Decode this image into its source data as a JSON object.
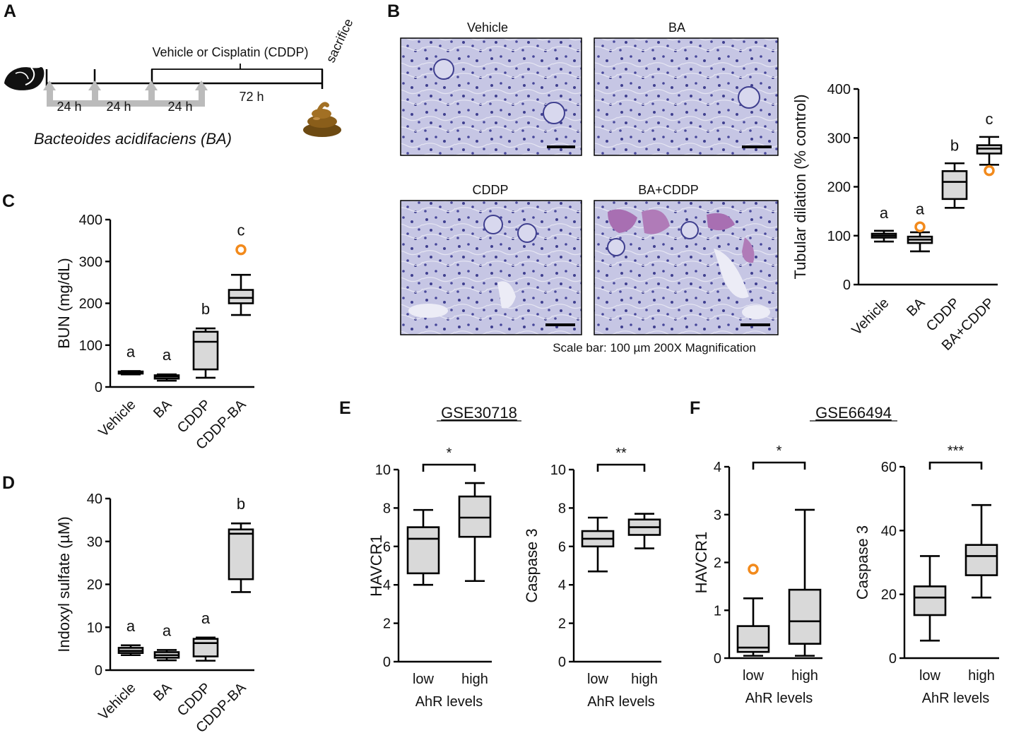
{
  "panels": {
    "A": {
      "label": "A",
      "treatment": "Vehicle or Cisplatin (CDDP)",
      "sacrifice": "sacrifice",
      "intervals": [
        "24 h",
        "24 h",
        "24 h"
      ],
      "duration": "72 h",
      "gavage": "Bacteoides acidifaciens (BA)",
      "icons": [
        "mouse-icon",
        "feces-icon"
      ]
    },
    "B": {
      "label": "B",
      "images": [
        "Vehicle",
        "BA",
        "CDDP",
        "BA+CDDP"
      ],
      "caption": "Scale bar: 100 µm  200X Magnification"
    },
    "C": {
      "label": "C"
    },
    "D": {
      "label": "D"
    },
    "E": {
      "label": "E",
      "dataset": "GSE30718"
    },
    "F": {
      "label": "F",
      "dataset": "GSE66494"
    }
  },
  "colors": {
    "box_fill": "#d9d9d9",
    "outlier": "#f28a1c",
    "histology_bg": "#c3c3e2",
    "nuclei": "#3f3f8f",
    "cast": "#a86fb2"
  },
  "chart_data": [
    {
      "id": "tubular",
      "type": "box",
      "ylabel": "Tubular dilation (% control)",
      "ylim": [
        0,
        400
      ],
      "yticks": [
        0,
        100,
        200,
        300,
        400
      ],
      "categories": [
        "Vehicle",
        "BA",
        "CDDP",
        "BA+CDDP"
      ],
      "letters": [
        "a",
        "a",
        "b",
        "c"
      ],
      "boxes": [
        {
          "min": 88,
          "q1": 96,
          "median": 100,
          "q3": 104,
          "max": 110,
          "outliers": []
        },
        {
          "min": 68,
          "q1": 85,
          "median": 92,
          "q3": 98,
          "max": 107,
          "outliers": [
            118
          ]
        },
        {
          "min": 157,
          "q1": 175,
          "median": 210,
          "q3": 232,
          "max": 248,
          "outliers": []
        },
        {
          "min": 245,
          "q1": 268,
          "median": 278,
          "q3": 285,
          "max": 302,
          "outliers": [
            233
          ]
        }
      ]
    },
    {
      "id": "bun",
      "type": "box",
      "ylabel": "BUN (mg/dL)",
      "ylim": [
        0,
        400
      ],
      "yticks": [
        0,
        100,
        200,
        300,
        400
      ],
      "categories": [
        "Vehicle",
        "BA",
        "CDDP",
        "CDDP-BA"
      ],
      "letters": [
        "a",
        "a",
        "b",
        "c"
      ],
      "boxes": [
        {
          "min": 30,
          "q1": 32,
          "median": 35,
          "q3": 37,
          "max": 38,
          "outliers": []
        },
        {
          "min": 15,
          "q1": 20,
          "median": 25,
          "q3": 28,
          "max": 30,
          "outliers": []
        },
        {
          "min": 22,
          "q1": 42,
          "median": 108,
          "q3": 132,
          "max": 140,
          "outliers": []
        },
        {
          "min": 172,
          "q1": 200,
          "median": 213,
          "q3": 232,
          "max": 268,
          "outliers": [
            328
          ]
        }
      ]
    },
    {
      "id": "indoxyl",
      "type": "box",
      "ylabel": "Indoxyl sulfate (µM)",
      "ylim": [
        0,
        40
      ],
      "yticks": [
        0,
        10,
        20,
        30,
        40
      ],
      "categories": [
        "Vehicle",
        "BA",
        "CDDP",
        "CDDP-BA"
      ],
      "letters": [
        "a",
        "a",
        "a",
        "b"
      ],
      "boxes": [
        {
          "min": 3.5,
          "q1": 4.0,
          "median": 4.5,
          "q3": 5.2,
          "max": 5.8,
          "outliers": []
        },
        {
          "min": 2.3,
          "q1": 2.9,
          "median": 3.5,
          "q3": 4.2,
          "max": 4.7,
          "outliers": []
        },
        {
          "min": 2.2,
          "q1": 3.2,
          "median": 6.3,
          "q3": 7.3,
          "max": 7.6,
          "outliers": []
        },
        {
          "min": 18.2,
          "q1": 21.2,
          "median": 31.8,
          "q3": 32.8,
          "max": 34.2,
          "outliers": []
        }
      ]
    },
    {
      "id": "e_havcr1",
      "type": "box",
      "ylabel": "HAVCR1",
      "xlabel": "AhR levels",
      "ylim": [
        0,
        10
      ],
      "yticks": [
        0,
        2,
        4,
        6,
        8,
        10
      ],
      "categories": [
        "low",
        "high"
      ],
      "significance": "*",
      "boxes": [
        {
          "min": 4.0,
          "q1": 4.6,
          "median": 6.4,
          "q3": 7.0,
          "max": 7.9,
          "outliers": []
        },
        {
          "min": 4.2,
          "q1": 6.5,
          "median": 7.5,
          "q3": 8.6,
          "max": 9.3,
          "outliers": []
        }
      ]
    },
    {
      "id": "e_casp3",
      "type": "box",
      "ylabel": "Caspase 3",
      "xlabel": "AhR levels",
      "ylim": [
        0,
        10
      ],
      "yticks": [
        0,
        2,
        4,
        6,
        8,
        10
      ],
      "categories": [
        "low",
        "high"
      ],
      "significance": "**",
      "boxes": [
        {
          "min": 4.7,
          "q1": 6.0,
          "median": 6.4,
          "q3": 6.8,
          "max": 7.5,
          "outliers": []
        },
        {
          "min": 5.9,
          "q1": 6.6,
          "median": 7.0,
          "q3": 7.4,
          "max": 7.7,
          "outliers": []
        }
      ]
    },
    {
      "id": "f_havcr1",
      "type": "box",
      "ylabel": "HAVCR1",
      "xlabel": "AhR levels",
      "ylim": [
        0,
        4
      ],
      "yticks": [
        0,
        1,
        2,
        3,
        4
      ],
      "categories": [
        "low",
        "high"
      ],
      "significance": "*",
      "boxes": [
        {
          "min": 0.05,
          "q1": 0.13,
          "median": 0.22,
          "q3": 0.67,
          "max": 1.25,
          "outliers": [
            1.86
          ]
        },
        {
          "min": 0.05,
          "q1": 0.3,
          "median": 0.77,
          "q3": 1.43,
          "max": 3.1,
          "outliers": []
        }
      ]
    },
    {
      "id": "f_casp3",
      "type": "box",
      "ylabel": "Caspase 3",
      "xlabel": "AhR levels",
      "ylim": [
        0,
        60
      ],
      "yticks": [
        0,
        20,
        40,
        60
      ],
      "categories": [
        "low",
        "high"
      ],
      "significance": "***",
      "boxes": [
        {
          "min": 5.5,
          "q1": 13.5,
          "median": 19.0,
          "q3": 22.5,
          "max": 32.0,
          "outliers": []
        },
        {
          "min": 19.0,
          "q1": 26.0,
          "median": 32.0,
          "q3": 35.5,
          "max": 48.0,
          "outliers": []
        }
      ]
    }
  ]
}
